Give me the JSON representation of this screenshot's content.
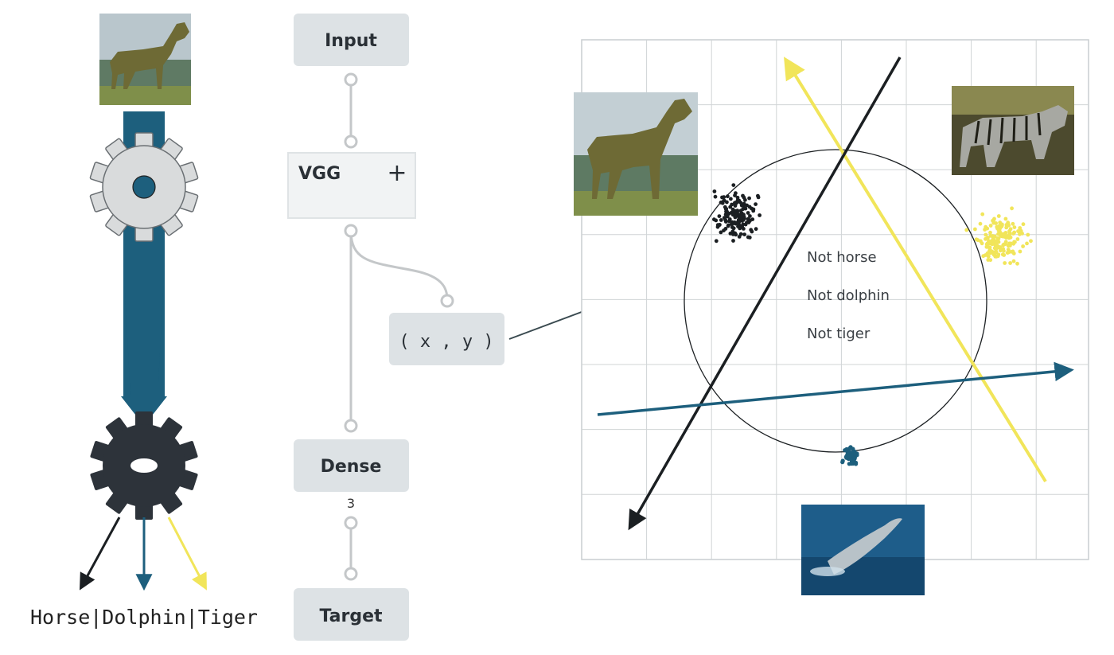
{
  "left_panel": {
    "classes_text": "Horse|Dolphin|Tiger",
    "arrow_colors": {
      "horse": "#1b1f22",
      "dolphin": "#1d5f7d",
      "tiger": "#f1e55a"
    }
  },
  "network": {
    "input_label": "Input",
    "vgg_label": "VGG",
    "vgg_plus": "+",
    "xy_label": "( x , y )",
    "dense_label": "Dense",
    "dense_units": "3",
    "target_label": "Target"
  },
  "plot": {
    "labels": [
      "Not horse",
      "Not dolphin",
      "Not tiger"
    ],
    "colors": {
      "horse": "#1b1f22",
      "dolphin": "#1d5f7d",
      "tiger": "#f1e55a",
      "grid": "#d0d4d6"
    }
  },
  "colors": {
    "node_fill": "#dde2e5",
    "connector": "#c4c7c9",
    "gear_light": "#d9dbdc",
    "gear_dark": "#2d333a",
    "teal": "#1d5f7d"
  }
}
